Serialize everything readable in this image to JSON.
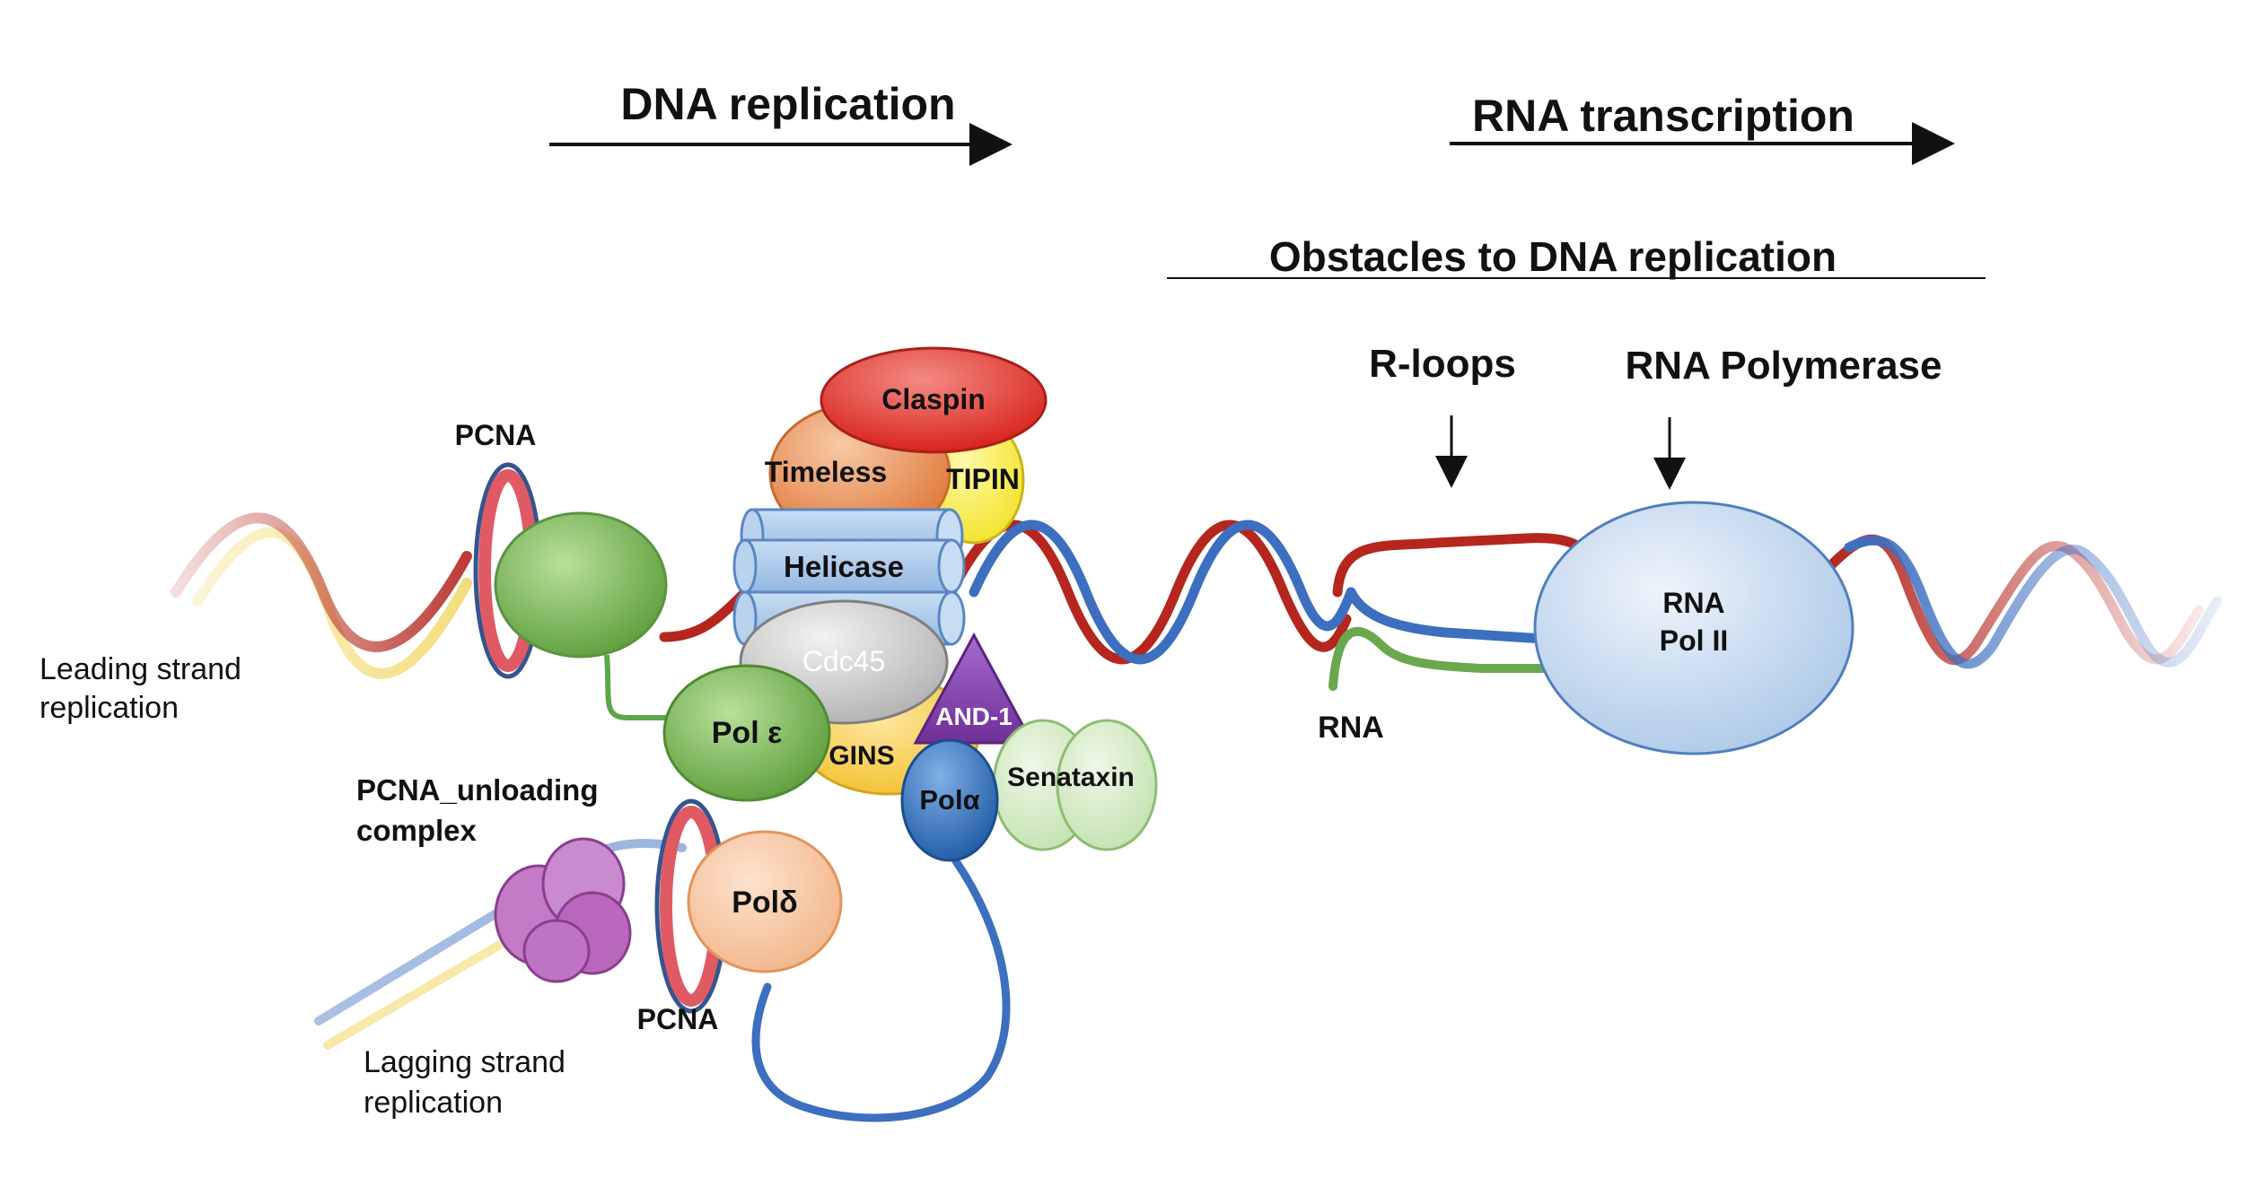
{
  "headings": {
    "dna_replication": "DNA replication",
    "rna_transcription": "RNA transcription",
    "obstacles": "Obstacles to DNA replication",
    "r_loops": "R-loops",
    "rna_polymerase": "RNA Polymerase"
  },
  "labels": {
    "pcna_top": "PCNA",
    "pcna_bottom": "PCNA",
    "leading_line1": "Leading strand",
    "leading_line2": "replication",
    "lagging_line1": "Lagging strand",
    "lagging_line2": "replication",
    "unloading_line1": "PCNA_unloading",
    "unloading_line2": "complex",
    "rna": "RNA"
  },
  "proteins": {
    "claspin": "Claspin",
    "timeless": "Timeless",
    "tipin": "TIPIN",
    "helicase": "Helicase",
    "cdc45": "Cdc45",
    "and1": "AND-1",
    "gins": "GINS",
    "pol_epsilon": "Pol ε",
    "pol_alpha": "Polα",
    "pol_delta": "Polδ",
    "senataxin": "Senataxin",
    "rna_pol_line1": "RNA",
    "rna_pol_line2": "Pol II"
  },
  "colors": {
    "red_strand": "#b5261e",
    "blue_strand": "#3d6fc0",
    "green_rna": "#6aa84f",
    "claspin": "#e03a33",
    "timeless": "#e8915a",
    "tipin": "#f7ec3c",
    "helicase": "#a9c8ea",
    "cdc45": "#c9c9c9",
    "and1": "#8a4bb0",
    "gins": "#f5c842",
    "pol_epsilon": "#74b84a",
    "pol_alpha": "#2f6fb8",
    "pol_delta": "#f5c4a0",
    "senataxin": "#d7ecc9",
    "rna_pol": "#c9dcef",
    "pcna": "#e05a64"
  }
}
